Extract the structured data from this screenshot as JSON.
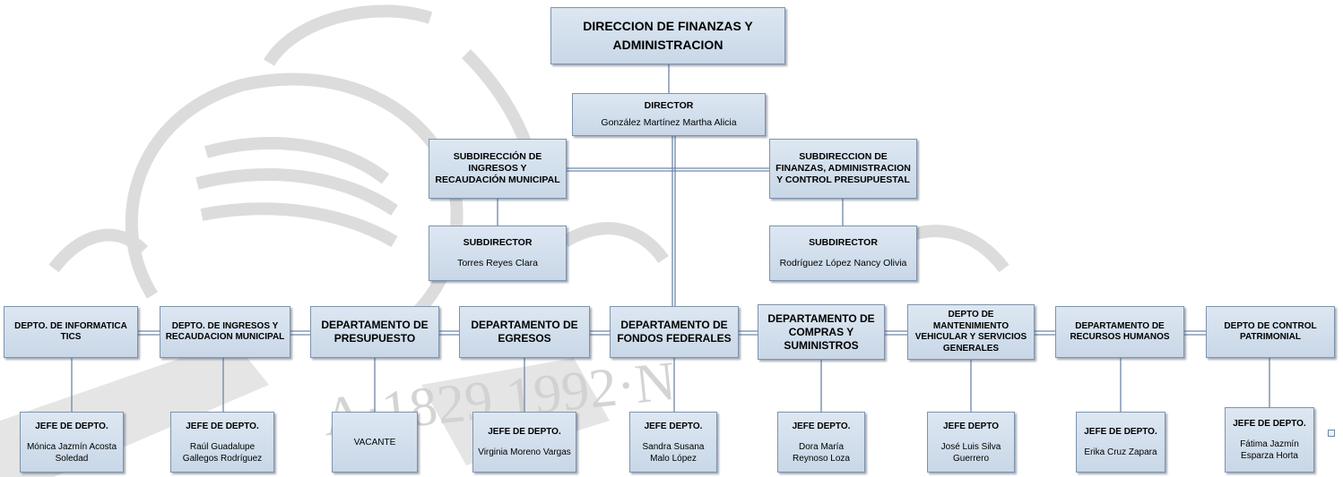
{
  "root": {
    "title": "DIRECCION DE FINANZAS Y ADMINISTRACION"
  },
  "director": {
    "role": "DIRECTOR",
    "name": "González Martínez Martha Alicia"
  },
  "sub_left": {
    "title": "SUBDIRECCIÓN DE INGRESOS Y RECAUDACIÓN MUNICIPAL",
    "role": "SUBDIRECTOR",
    "name": "Torres Reyes Clara"
  },
  "sub_right": {
    "title": "SUBDIRECCION DE FINANZAS, ADMINISTRACION Y CONTROL PRESUPUESTAL",
    "role": "SUBDIRECTOR",
    "name": "Rodríguez López Nancy Olivia"
  },
  "departments": [
    {
      "name": "DEPTO. DE INFORMATICA TICS",
      "head_role": "JEFE DE DEPTO.",
      "head_name": "Mónica Jazmín Acosta Soledad"
    },
    {
      "name": "DEPTO. DE INGRESOS Y RECAUDACION MUNICIPAL",
      "head_role": "JEFE DE DEPTO.",
      "head_name": "Raúl Guadalupe Gallegos Rodríguez"
    },
    {
      "name": "DEPARTAMENTO DE PRESUPUESTO",
      "head_role": "",
      "head_name": "VACANTE"
    },
    {
      "name": "DEPARTAMENTO DE EGRESOS",
      "head_role": "JEFE DE DEPTO.",
      "head_name": "Virginia Moreno Vargas"
    },
    {
      "name": "DEPARTAMENTO DE FONDOS FEDERALES",
      "head_role": "JEFE DEPTO.",
      "head_name": "Sandra Susana Malo López"
    },
    {
      "name": "DEPARTAMENTO DE COMPRAS Y SUMINISTROS",
      "head_role": "JEFE DEPTO.",
      "head_name": "Dora María Reynoso Loza"
    },
    {
      "name": "DEPTO DE MANTENIMIENTO VEHICULAR Y SERVICIOS GENERALES",
      "head_role": "JEFE DEPTO",
      "head_name": "José Luis Silva Guerrero"
    },
    {
      "name": "DEPARTAMENTO DE RECURSOS HUMANOS",
      "head_role": "JEFE DE DEPTO.",
      "head_name": "Erika Cruz Zapara"
    },
    {
      "name": "DEPTO DE CONTROL PATRIMONIAL",
      "head_role": "JEFE DE DEPTO.",
      "head_name": "Fátima Jazmín Esparza Horta"
    }
  ],
  "watermark": {
    "text": "A·1829 1992·N"
  },
  "colors": {
    "box_fill": "#c8d7e7",
    "box_border": "#7d93ad",
    "connector": "#6d86a8",
    "watermark": "#d4d4d4"
  },
  "icons": {
    "corner": "small-square-icon"
  }
}
